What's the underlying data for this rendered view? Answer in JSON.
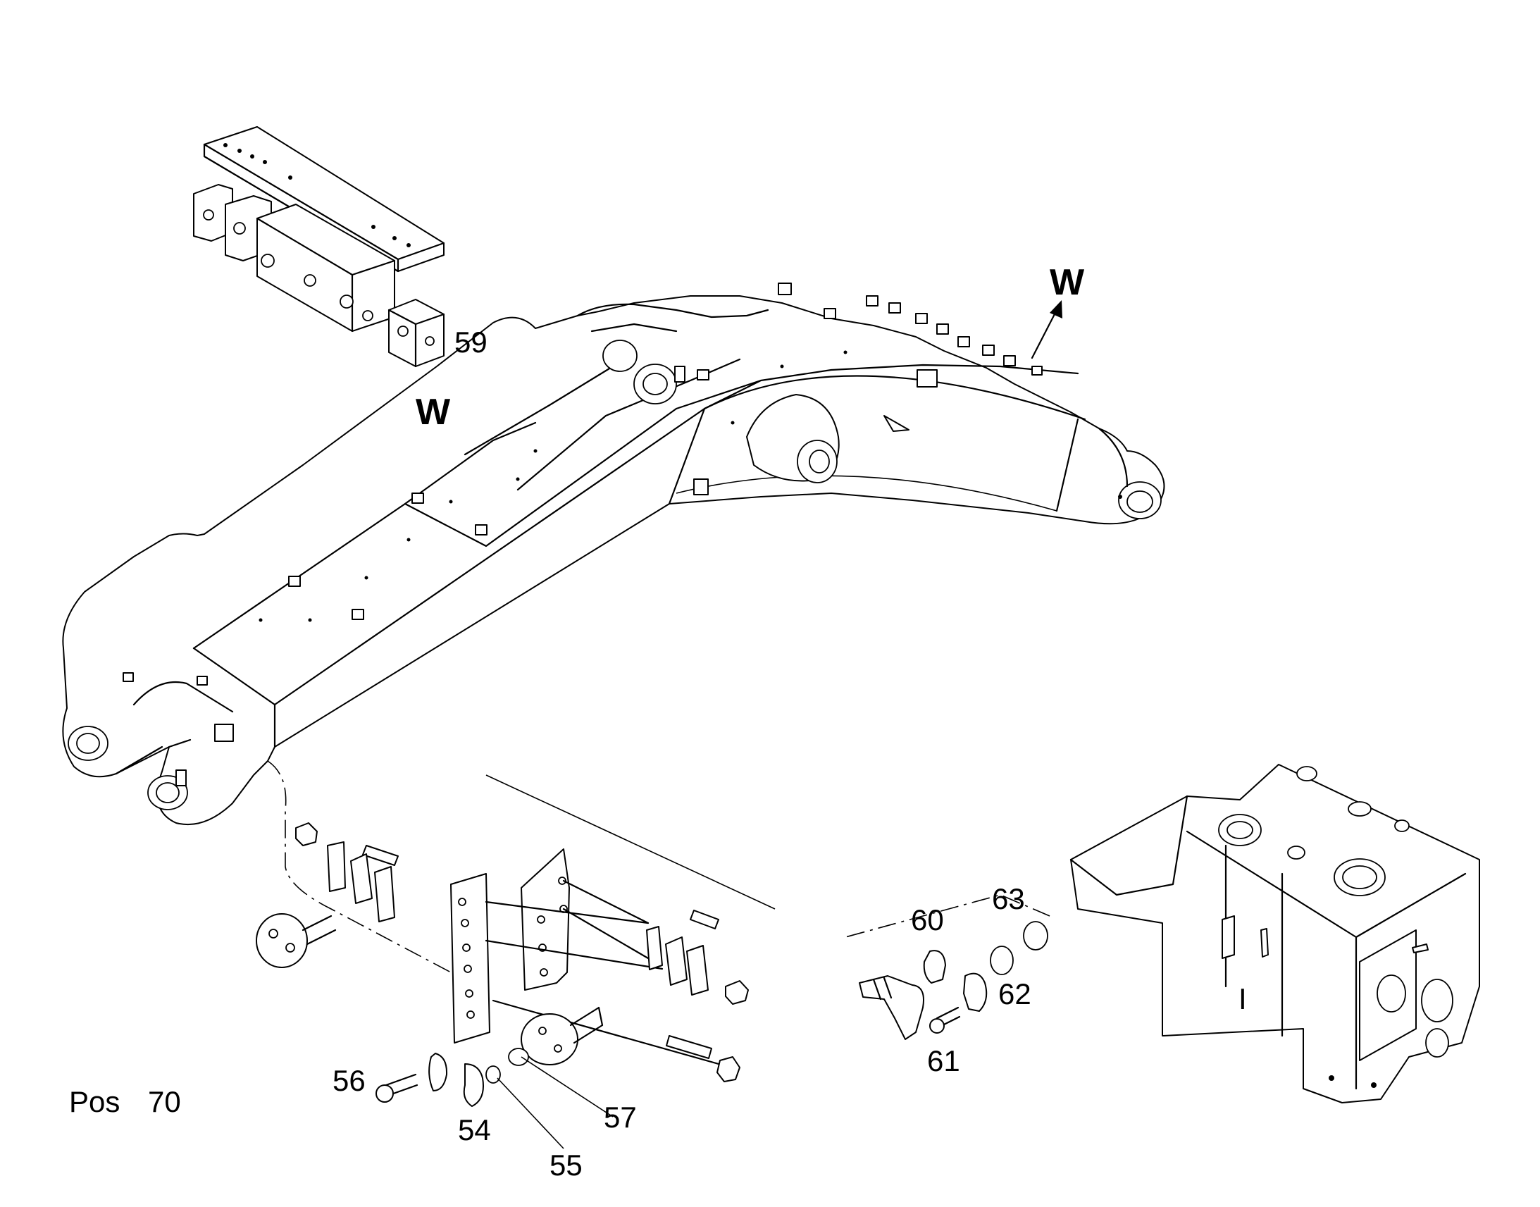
{
  "view_labels": {
    "w_left": "W",
    "w_right": "W",
    "detail_marker": "I"
  },
  "footer": {
    "pos_label": "Pos",
    "pos_number": "70"
  },
  "callouts": [
    {
      "id": "c54",
      "text": "54"
    },
    {
      "id": "c55",
      "text": "55"
    },
    {
      "id": "c56",
      "text": "56"
    },
    {
      "id": "c57",
      "text": "57"
    },
    {
      "id": "c59",
      "text": "59"
    },
    {
      "id": "c60",
      "text": "60"
    },
    {
      "id": "c61",
      "text": "61"
    },
    {
      "id": "c62",
      "text": "62"
    },
    {
      "id": "c63",
      "text": "63"
    }
  ]
}
